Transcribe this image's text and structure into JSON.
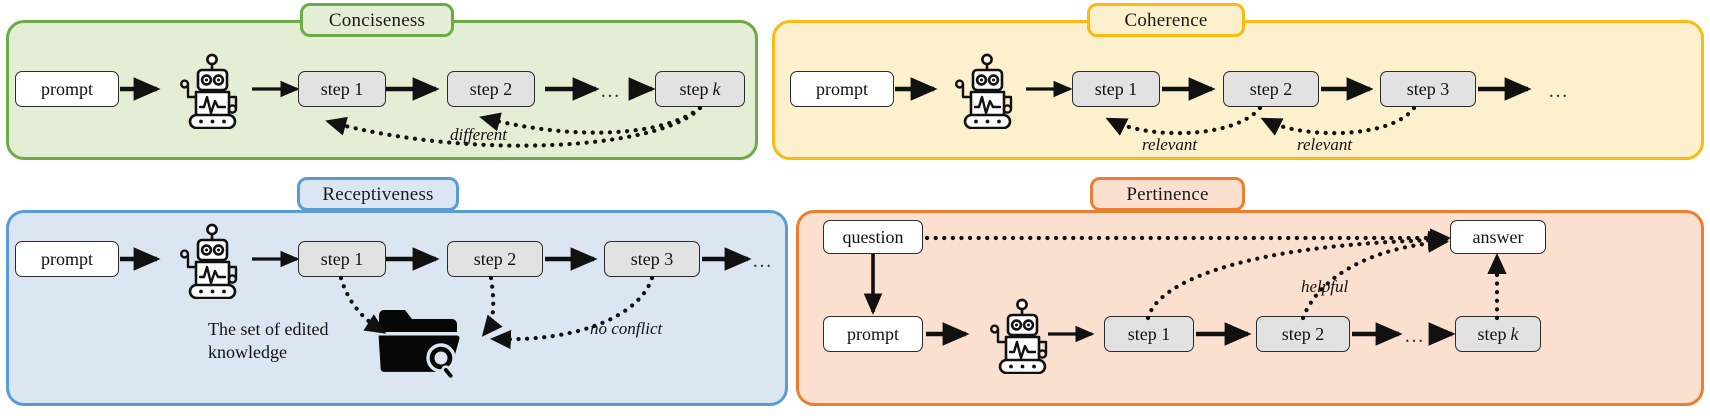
{
  "figure": {
    "type": "diagram",
    "description": "Four-quadrant schematic of chain-of-thought evaluation dimensions"
  },
  "colors": {
    "green_border": "#6cab45",
    "green_fill": "#e3eed5",
    "yellow_border": "#fcb813",
    "yellow_fill": "#fdf0cc",
    "blue_border": "#5b9bd5",
    "blue_fill": "#dce6f2",
    "orange_border": "#ed7d31",
    "orange_fill": "#fbe0d0",
    "node_white": "#ffffff",
    "node_gray": "#e2e2e2",
    "stroke": "#111111"
  },
  "panels": [
    {
      "id": "conciseness",
      "title": "Conciseness",
      "nodes": [
        {
          "name": "prompt",
          "label": "prompt",
          "style": "white"
        },
        {
          "name": "step-1",
          "label": "step 1",
          "style": "gray"
        },
        {
          "name": "step-2",
          "label": "step 2",
          "style": "gray"
        },
        {
          "name": "step-k",
          "label": "step",
          "italic": "k",
          "style": "gray"
        }
      ],
      "ellipsis": "…",
      "robot_icon": "robot-icon",
      "edge_labels": [
        "different"
      ]
    },
    {
      "id": "coherence",
      "title": "Coherence",
      "nodes": [
        {
          "name": "prompt",
          "label": "prompt",
          "style": "white"
        },
        {
          "name": "step-1",
          "label": "step 1",
          "style": "gray"
        },
        {
          "name": "step-2",
          "label": "step 2",
          "style": "gray"
        },
        {
          "name": "step-3",
          "label": "step 3",
          "style": "gray"
        }
      ],
      "ellipsis": "…",
      "robot_icon": "robot-icon",
      "edge_labels": [
        "relevant",
        "relevant"
      ]
    },
    {
      "id": "receptiveness",
      "title": "Receptiveness",
      "nodes": [
        {
          "name": "prompt",
          "label": "prompt",
          "style": "white"
        },
        {
          "name": "step-1",
          "label": "step 1",
          "style": "gray"
        },
        {
          "name": "step-2",
          "label": "step 2",
          "style": "gray"
        },
        {
          "name": "step-3",
          "label": "step 3",
          "style": "gray"
        }
      ],
      "ellipsis": "…",
      "robot_icon": "robot-icon",
      "knowledge_icon": "folder-search-icon",
      "knowledge_label": "The set of edited knowledge",
      "edge_labels": [
        "no conflict"
      ]
    },
    {
      "id": "pertinence",
      "title": "Pertinence",
      "nodes": [
        {
          "name": "question",
          "label": "question",
          "style": "white"
        },
        {
          "name": "answer",
          "label": "answer",
          "style": "white"
        },
        {
          "name": "prompt",
          "label": "prompt",
          "style": "white"
        },
        {
          "name": "step-1",
          "label": "step 1",
          "style": "gray"
        },
        {
          "name": "step-2",
          "label": "step 2",
          "style": "gray"
        },
        {
          "name": "step-k",
          "label": "step",
          "italic": "k",
          "style": "gray"
        }
      ],
      "ellipsis": "…",
      "robot_icon": "robot-icon",
      "edge_labels": [
        "helpful"
      ]
    }
  ]
}
